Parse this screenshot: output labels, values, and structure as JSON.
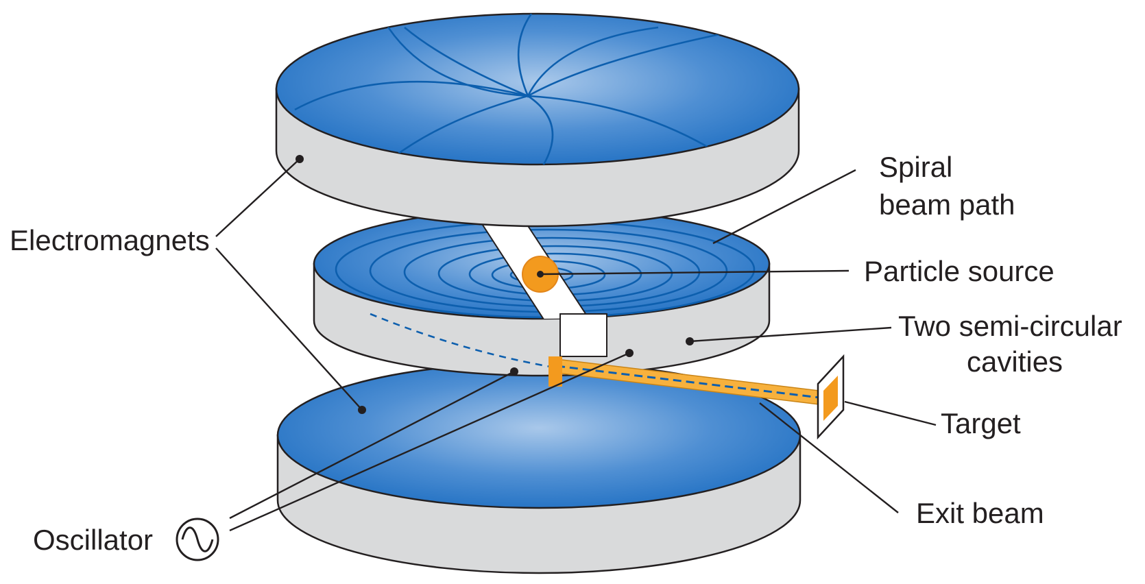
{
  "labels": {
    "electromagnets": "Electromagnets",
    "spiral_line1": "Spiral",
    "spiral_line2": "beam path",
    "particle_source": "Particle source",
    "cavities_line1": "Two semi-circular",
    "cavities_line2": "cavities",
    "target": "Target",
    "exit_beam": "Exit beam",
    "oscillator": "Oscillator"
  },
  "colors": {
    "magnet_face": "#1f6fc2",
    "beam_line": "#0d5fae",
    "source": "#f39a1e",
    "side_wall": "#d9dadb"
  },
  "icons": {
    "oscillator": "sine-wave-icon"
  }
}
